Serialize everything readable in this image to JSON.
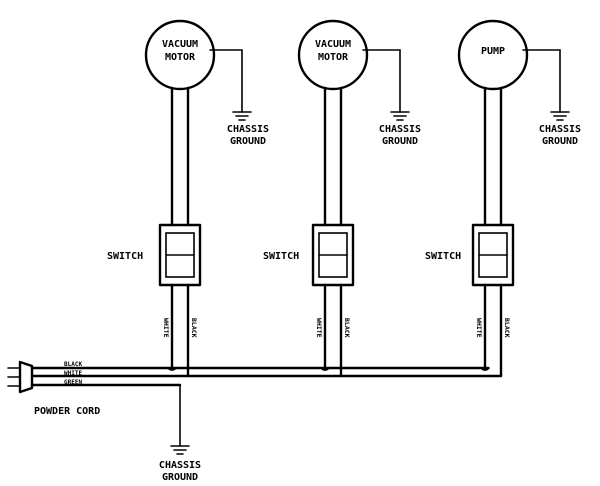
{
  "motors": [
    {
      "label_line1": "VACUUM",
      "label_line2": "MOTOR",
      "ground_line1": "CHASSIS",
      "ground_line2": "GROUND"
    },
    {
      "label_line1": "VACUUM",
      "label_line2": "MOTOR",
      "ground_line1": "CHASSIS",
      "ground_line2": "GROUND"
    },
    {
      "label_line1": "PUMP",
      "label_line2": "",
      "ground_line1": "CHASSIS",
      "ground_line2": "GROUND"
    }
  ],
  "switch_label": "SWITCH",
  "wire_white": "WHITE",
  "wire_black": "BLACK",
  "cord": {
    "label": "POWDER CORD",
    "wire_black": "BLACK",
    "wire_white": "WHITE",
    "wire_green": "GREEN",
    "ground_line1": "CHASSIS",
    "ground_line2": "GROUND"
  }
}
